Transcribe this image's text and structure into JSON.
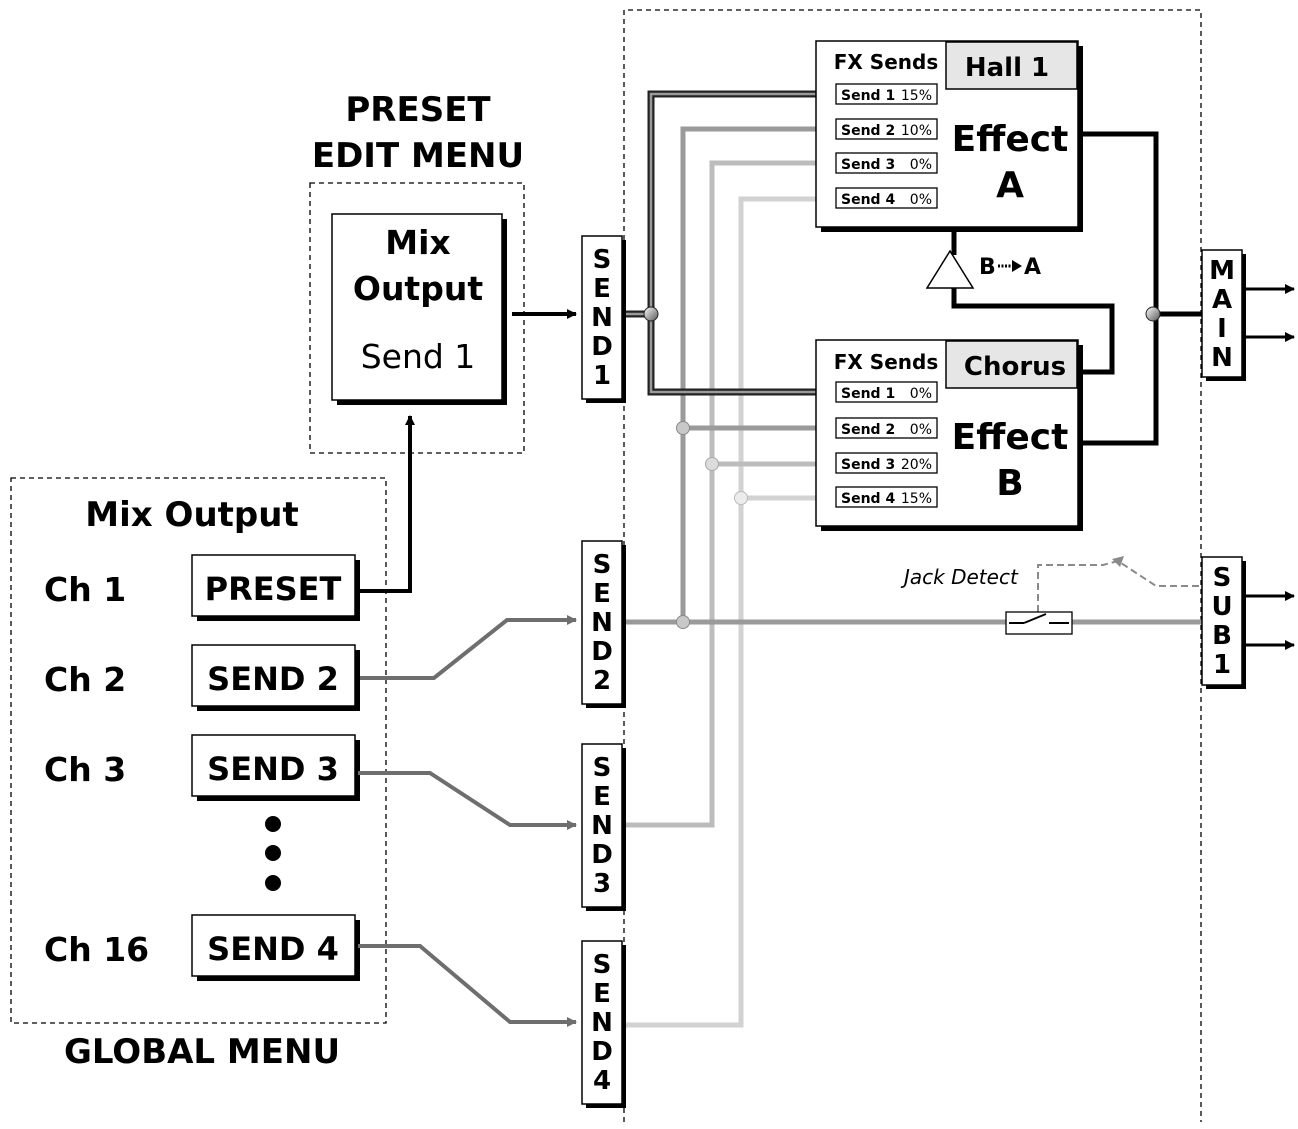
{
  "preset_edit_menu": {
    "title_line1": "PRESET",
    "title_line2": "EDIT MENU",
    "box_line1": "Mix",
    "box_line2": "Output",
    "box_line3": "Send 1"
  },
  "global_menu": {
    "title": "Mix Output",
    "footer": "GLOBAL MENU",
    "channels": [
      {
        "channel": "Ch 1",
        "output": "PRESET"
      },
      {
        "channel": "Ch 2",
        "output": "SEND 2"
      },
      {
        "channel": "Ch 3",
        "output": "SEND 3"
      },
      {
        "channel": "Ch 16",
        "output": "SEND 4"
      }
    ]
  },
  "sends": [
    {
      "letters": [
        "S",
        "E",
        "N",
        "D",
        "1"
      ]
    },
    {
      "letters": [
        "S",
        "E",
        "N",
        "D",
        "2"
      ]
    },
    {
      "letters": [
        "S",
        "E",
        "N",
        "D",
        "3"
      ]
    },
    {
      "letters": [
        "S",
        "E",
        "N",
        "D",
        "4"
      ]
    }
  ],
  "effect_a": {
    "fx_sends_label": "FX Sends",
    "name": "Hall 1",
    "label_line1": "Effect",
    "label_line2": "A",
    "sends": [
      {
        "label": "Send 1",
        "value": "15%"
      },
      {
        "label": "Send 2",
        "value": "10%"
      },
      {
        "label": "Send 3",
        "value": "0%"
      },
      {
        "label": "Send 4",
        "value": "0%"
      }
    ]
  },
  "effect_b": {
    "fx_sends_label": "FX Sends",
    "name": "Chorus",
    "label_line1": "Effect",
    "label_line2": "B",
    "sends": [
      {
        "label": "Send 1",
        "value": "0%"
      },
      {
        "label": "Send 2",
        "value": "0%"
      },
      {
        "label": "Send 3",
        "value": "20%"
      },
      {
        "label": "Send 4",
        "value": "15%"
      }
    ]
  },
  "b_to_a": {
    "left": "B",
    "right": "A"
  },
  "outputs": {
    "main_letters": [
      "M",
      "A",
      "I",
      "N"
    ],
    "sub1_letters": [
      "S",
      "U",
      "B",
      "1"
    ],
    "jack_detect": "Jack Detect"
  },
  "colors": {
    "send1_line": "#555555",
    "send2_line": "#9a9a9a",
    "send3_line": "#bcbcbc",
    "send4_line": "#d2d2d2",
    "input_arrow": "#6e6e6e"
  }
}
